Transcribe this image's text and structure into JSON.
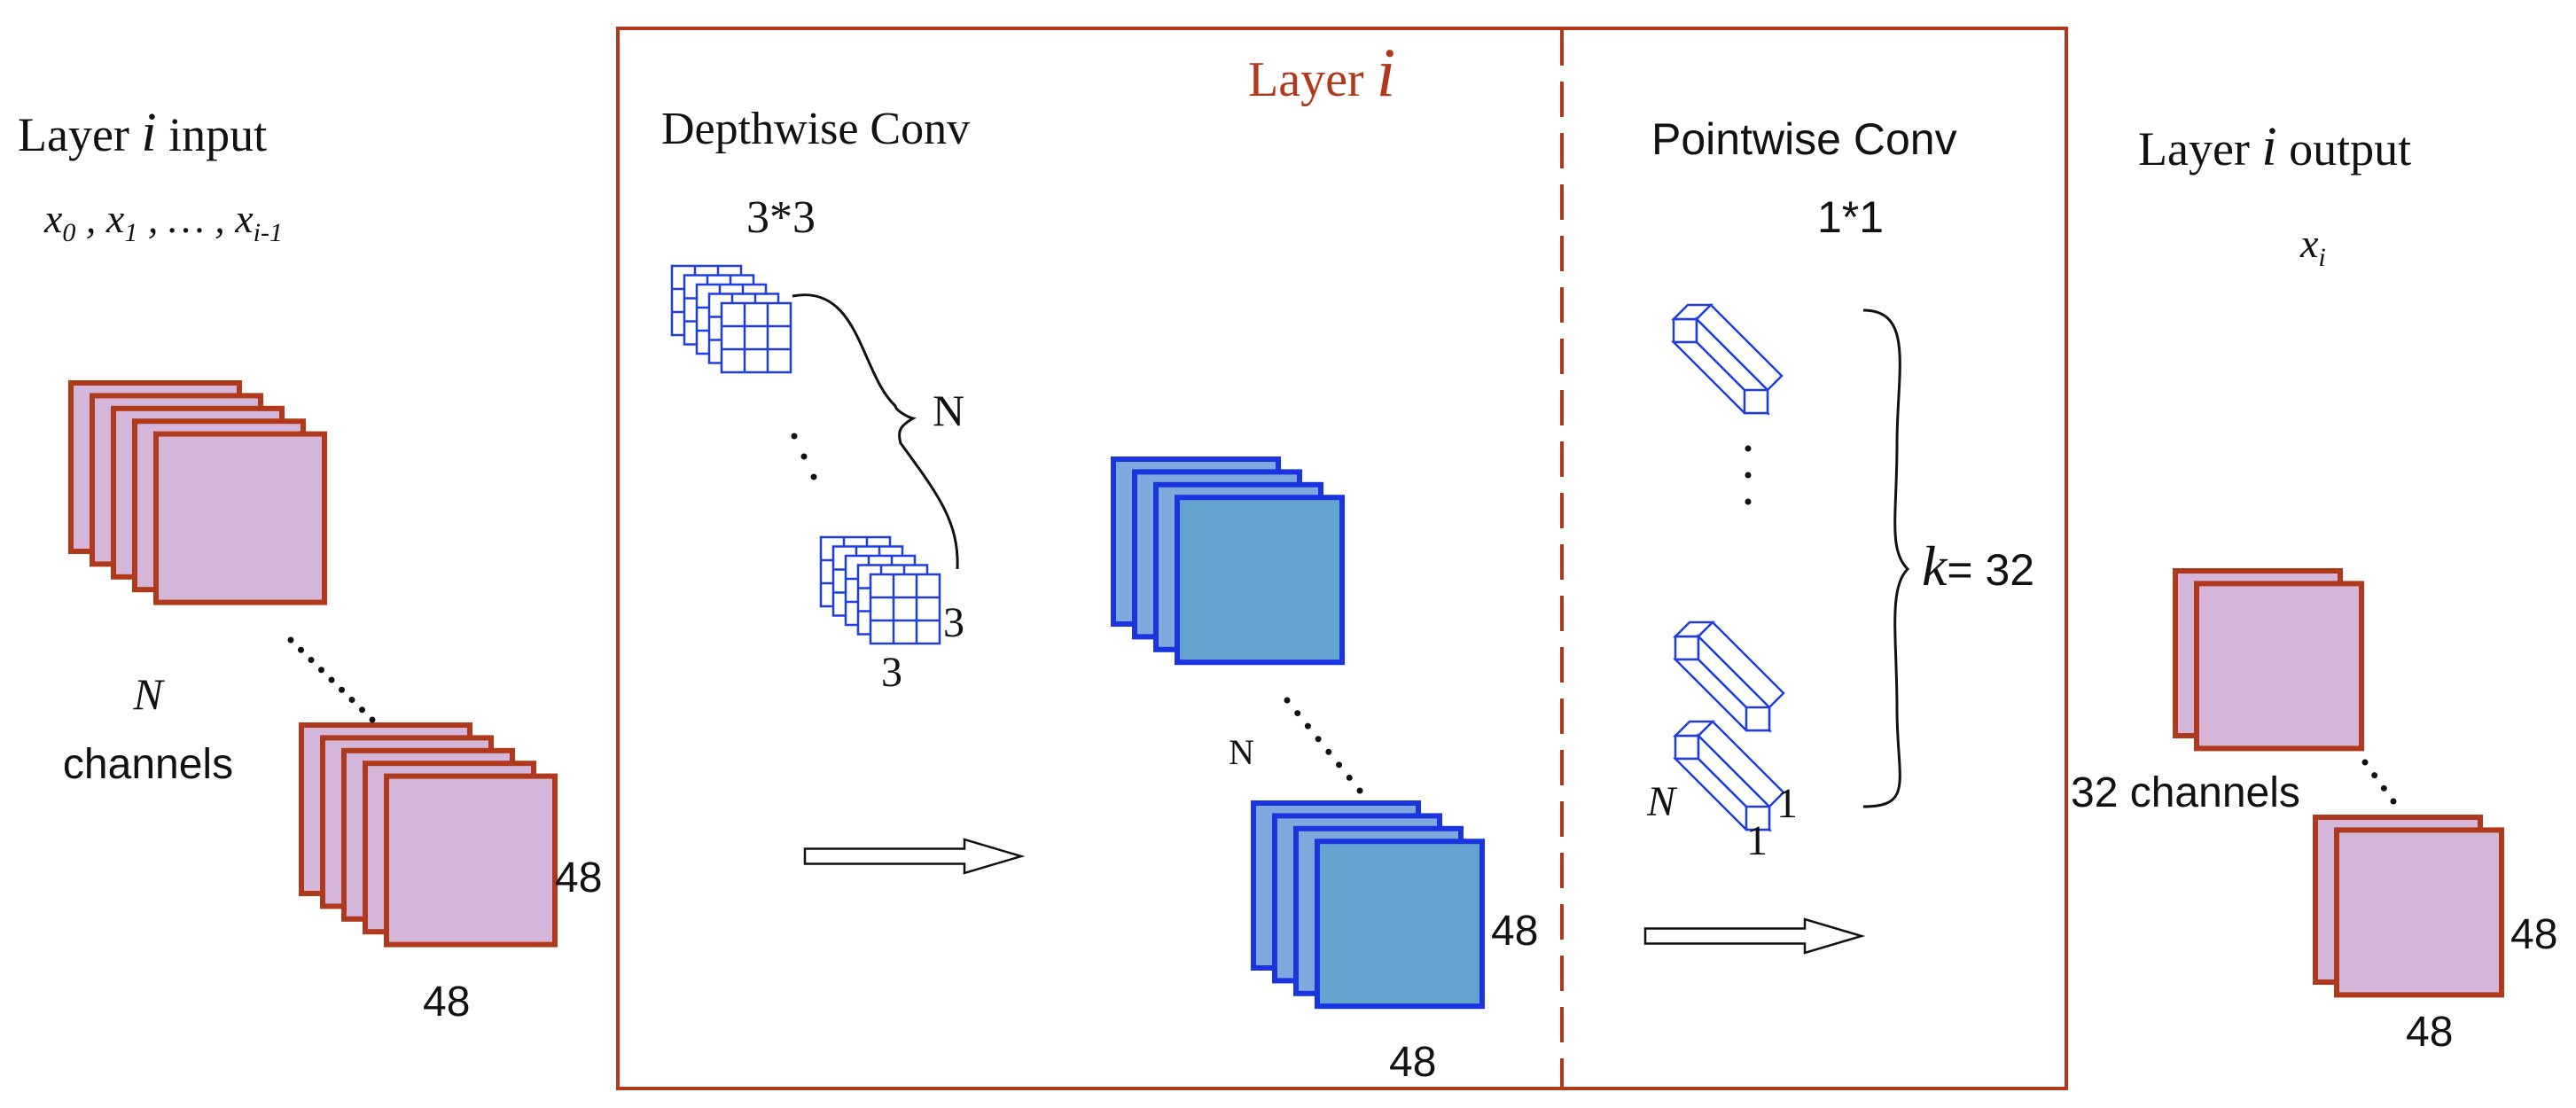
{
  "colors": {
    "frame": "#b0391c",
    "input_fill": "#d5b6db",
    "conv_fill": "#62a3d0",
    "conv_fill_light": "#7fa8dc",
    "kernel_stroke": "#1d3ee6",
    "conv_stroke": "#1a35e0",
    "text": "#111111",
    "title_accent": "#b0391c"
  },
  "input": {
    "title_prefix": "Layer ",
    "title_i": "i",
    "title_suffix": " input",
    "vars": {
      "x": "x",
      "sub0": "0",
      "sep1": " , ",
      "sub1": "1",
      "sep2": " , … , ",
      "sub_last": "i-1"
    },
    "channels_var": "N",
    "channels_label": "channels",
    "height_label": "48",
    "width_label": "48"
  },
  "layer": {
    "title_prefix": "Layer ",
    "title_i": "i"
  },
  "depthwise": {
    "title": "Depthwise Conv",
    "kernel_size": "3*3",
    "brace_label": "N",
    "kernel_dim_right": "3",
    "kernel_dim_bottom": "3",
    "maps_label": "N",
    "height_label": "48",
    "width_label": "48"
  },
  "pointwise": {
    "title": "Pointwise Conv",
    "kernel_size": "1*1",
    "k_var": "k",
    "k_value": "= 32",
    "kernel_var": "N",
    "kernel_dim_right": "1",
    "kernel_dim_bottom": "1"
  },
  "output": {
    "title_prefix": "Layer ",
    "title_i": "i",
    "title_suffix": " output",
    "var": "x",
    "var_sub": "i",
    "channels_label": "32 channels",
    "height_label": "48",
    "width_label": "48"
  }
}
